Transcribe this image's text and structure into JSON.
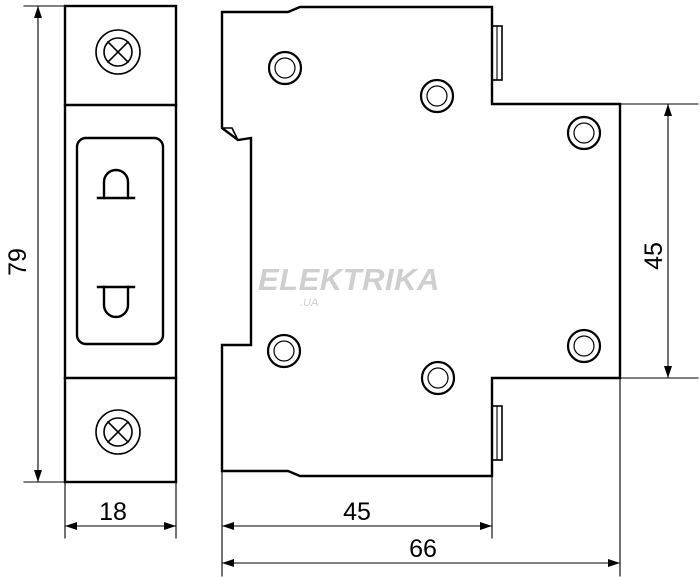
{
  "dimensions": {
    "height_total": "79",
    "width_front": "18",
    "height_body": "45",
    "depth_body": "45",
    "depth_total": "66"
  },
  "watermark": {
    "brand": "ELEKTRIKA",
    "domain": ".UA"
  },
  "colors": {
    "line": "#000000",
    "watermark": "#cfcfcf"
  }
}
